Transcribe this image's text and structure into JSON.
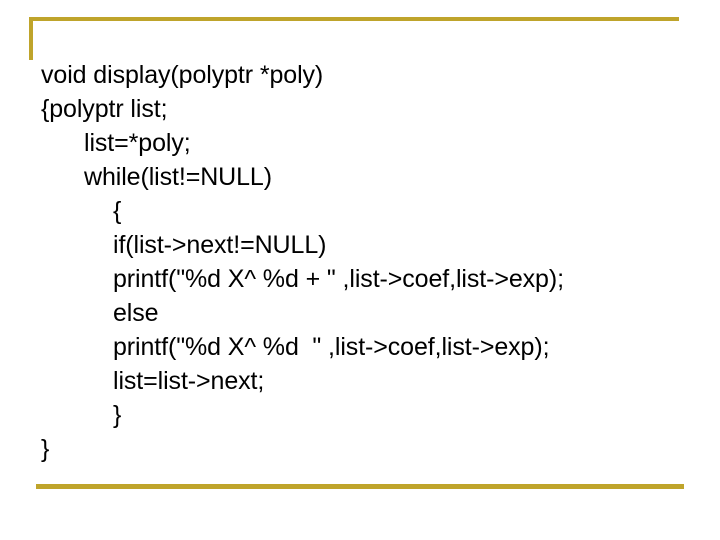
{
  "slide": {
    "background_color": "#ffffff",
    "accent_color": "#bfa42b",
    "decor": {
      "corner_bracket_name": "gold-corner-bracket",
      "bottom_rule_name": "gold-bottom-rule"
    }
  },
  "code": {
    "language": "c",
    "lines": [
      {
        "text": "void display(polyptr *poly)",
        "indent": 0
      },
      {
        "text": "{polyptr list;",
        "indent": 0
      },
      {
        "text": "list=*poly;",
        "indent": 1
      },
      {
        "text": "while(list!=NULL)",
        "indent": 1
      },
      {
        "text": "{",
        "indent": 2
      },
      {
        "text": "if(list->next!=NULL)",
        "indent": 2
      },
      {
        "text": "printf(\"%d X^ %d + \" ,list->coef,list->exp);",
        "indent": 2
      },
      {
        "text": "else",
        "indent": 2
      },
      {
        "text": "printf(\"%d X^ %d  \" ,list->coef,list->exp);",
        "indent": 2
      },
      {
        "text": "list=list->next;",
        "indent": 2
      },
      {
        "text": "}",
        "indent": 2
      },
      {
        "text": "}",
        "indent": 0
      }
    ]
  }
}
